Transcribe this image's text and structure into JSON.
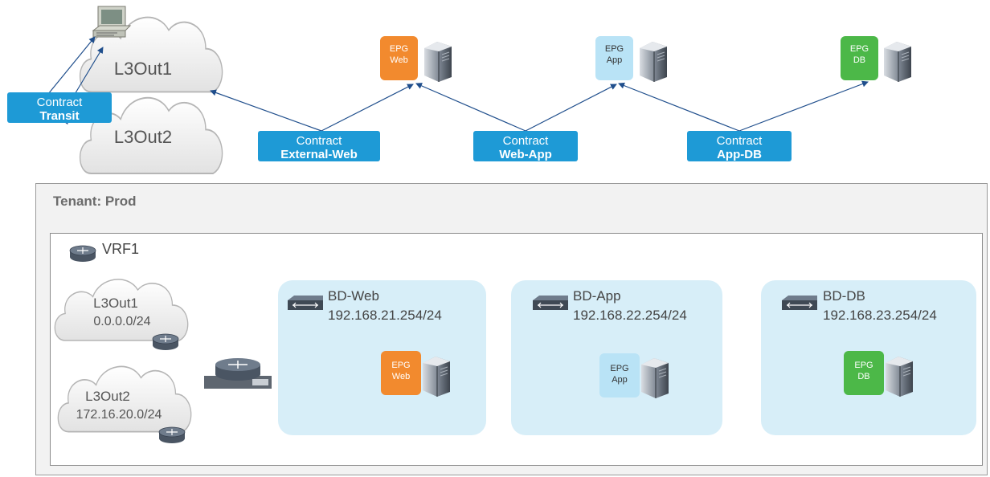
{
  "top": {
    "clouds": [
      {
        "label": "L3Out1"
      },
      {
        "label": "L3Out2"
      }
    ],
    "contracts": [
      {
        "line1": "Contract",
        "line2": "Transit"
      },
      {
        "line1": "Contract",
        "line2": "External-Web"
      },
      {
        "line1": "Contract",
        "line2": "Web-App"
      },
      {
        "line1": "Contract",
        "line2": "App-DB"
      }
    ],
    "epgs": [
      {
        "line1": "EPG",
        "line2": "Web"
      },
      {
        "line1": "EPG",
        "line2": "App"
      },
      {
        "line1": "EPG",
        "line2": "DB"
      }
    ]
  },
  "tenant": {
    "title": "Tenant: Prod",
    "vrf": "VRF1",
    "l3outs": [
      {
        "name": "L3Out1",
        "subnet": "0.0.0.0/24"
      },
      {
        "name": "L3Out2",
        "subnet": "172.16.20.0/24"
      }
    ],
    "bds": [
      {
        "name": "BD-Web",
        "subnet": "192.168.21.254/24",
        "epg_line1": "EPG",
        "epg_line2": "Web"
      },
      {
        "name": "BD-App",
        "subnet": "192.168.22.254/24",
        "epg_line1": "EPG",
        "epg_line2": "App"
      },
      {
        "name": "BD-DB",
        "subnet": "192.168.23.254/24",
        "epg_line1": "EPG",
        "epg_line2": "DB"
      }
    ]
  },
  "colors": {
    "contract": "#1e9ad6",
    "epg_web": "#f28a2e",
    "epg_app": "#b9e3f6",
    "epg_db": "#4cb848",
    "bd_fill": "#d7eef8",
    "arrow": "#1f4e8c"
  },
  "icons": [
    "computer-icon",
    "server-icon",
    "router-icon",
    "switch-icon"
  ]
}
